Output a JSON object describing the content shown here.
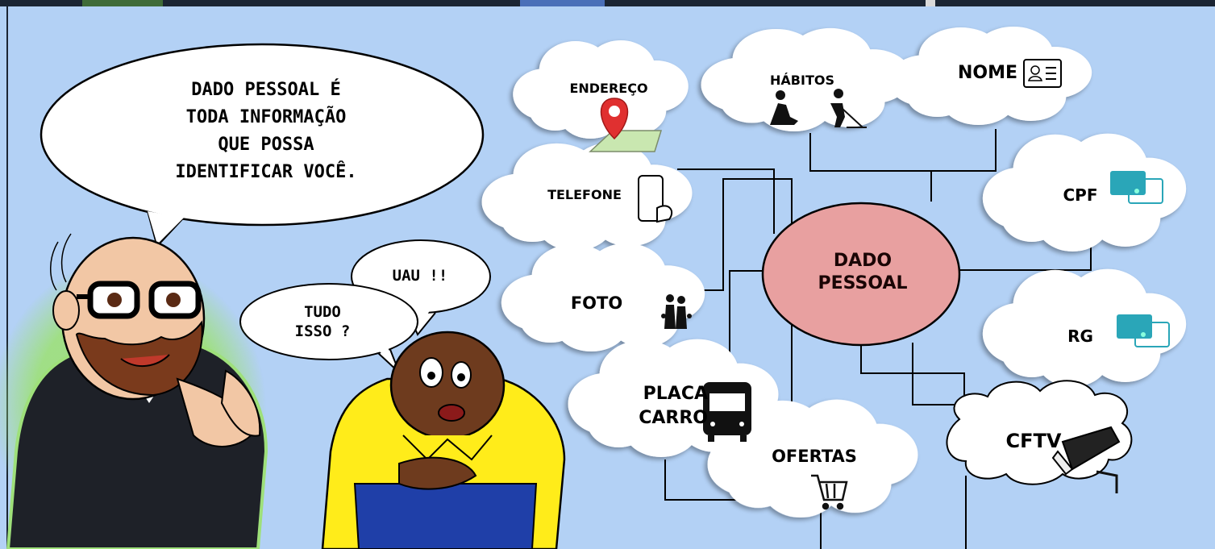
{
  "speech": {
    "main": "DADO PESSOAL É\nTODA INFORMAÇÃO\nQUE POSSA\nIDENTIFICAR VOCÊ.",
    "uau": "UAU !!",
    "tudo": "TUDO\nISSO ?"
  },
  "center": {
    "label": "DADO\nPESSOAL"
  },
  "items": {
    "endereco": "ENDEREÇO",
    "habitos": "HÁBITOS",
    "nome": "NOME",
    "telefone": "TELEFONE",
    "cpf": "CPF",
    "foto": "FOTO",
    "rg": "RG",
    "placa": "PLACA\nCARRO",
    "ofertas": "OFERTAS",
    "cftv": "CFTV"
  },
  "colors": {
    "background": "#b3d1f5",
    "center": "#e8a0a0",
    "cloud": "#ffffff",
    "shirt_yellow": "#ffec1a",
    "jacket": "#1e2128",
    "card_teal": "#2aa6b8",
    "pin_red": "#e03030"
  }
}
